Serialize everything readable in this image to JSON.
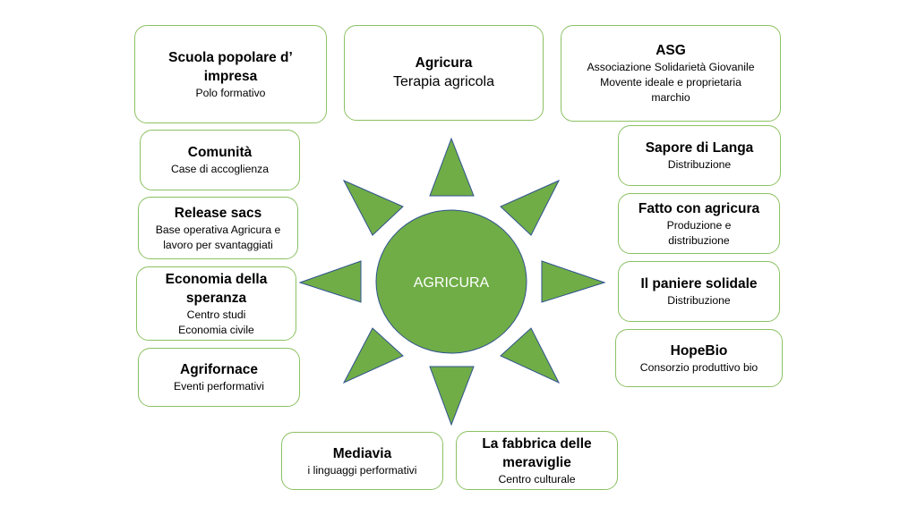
{
  "center": {
    "label": "AGRICURA",
    "fill": "#70ad47",
    "stroke": "#2f528f"
  },
  "boxes": {
    "scuola": {
      "title": "Scuola popolare d’ impresa",
      "lines": [
        "Polo formativo"
      ]
    },
    "agricura": {
      "title": "Agricura",
      "lines": [
        "Terapia agricola"
      ]
    },
    "asg": {
      "title": "ASG",
      "lines": [
        "Associazione Solidarietà Giovanile",
        "Movente ideale e proprietaria marchio"
      ]
    },
    "comunita": {
      "title": "Comunità",
      "lines": [
        "Case di accoglienza"
      ]
    },
    "release": {
      "title": "Release sacs",
      "lines": [
        "Base  operativa Agricura e lavoro per svantaggiati"
      ]
    },
    "economia": {
      "title": "Economia della speranza",
      "lines": [
        "Centro studi",
        "Economia civile"
      ]
    },
    "agrifornace": {
      "title": "Agrifornace",
      "lines": [
        "Eventi performativi"
      ]
    },
    "mediavia": {
      "title": "Mediavia",
      "lines": [
        "i linguaggi  performativi"
      ]
    },
    "fabbrica": {
      "title": "La fabbrica delle meraviglie",
      "lines": [
        "Centro culturale"
      ]
    },
    "sapore": {
      "title": "Sapore di Langa",
      "lines": [
        "Distribuzione"
      ]
    },
    "fatto": {
      "title": "Fatto con agricura",
      "lines": [
        "Produzione e distribuzione"
      ]
    },
    "paniere": {
      "title": "Il paniere solidale",
      "lines": [
        "Distribuzione"
      ]
    },
    "hopebio": {
      "title": "HopeBio",
      "lines": [
        "Consorzio produttivo bio"
      ]
    }
  }
}
